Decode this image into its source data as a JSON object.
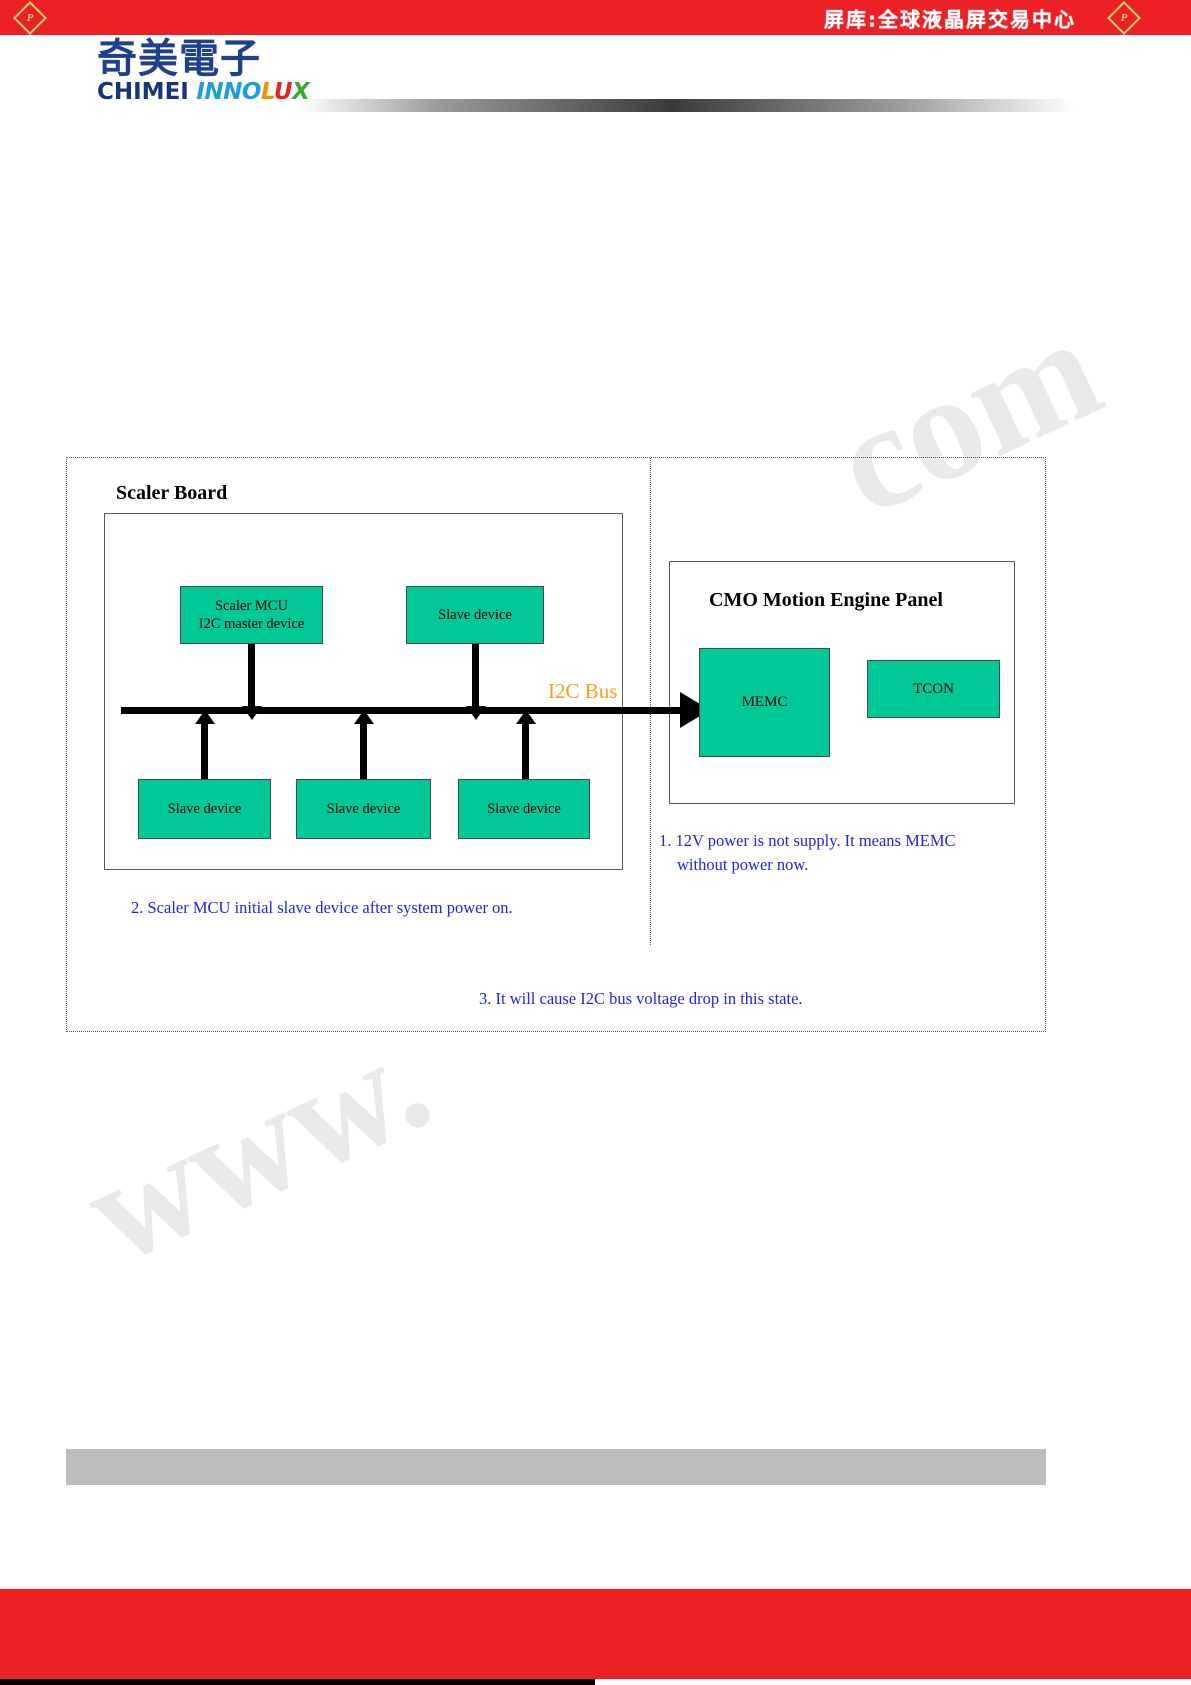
{
  "banner": {
    "text": "屏库:全球液晶屏交易中心",
    "logo_left_glyph": "P",
    "logo_right_glyph": "P",
    "color": "#ec2025"
  },
  "logo": {
    "chinese": "奇美電子",
    "en_chimei": "CHIMEI",
    "en_inno": "INNO",
    "en_l": "L",
    "en_u": "U",
    "en_x": "X",
    "color_chinese": "#1f3f8f",
    "color_chimei": "#17357e",
    "color_inno": "#1f9ede",
    "color_l": "#f29100",
    "color_u": "#e52421",
    "color_x": "#3aa935"
  },
  "watermark": {
    "top": "com",
    "bottom": "www."
  },
  "diagram": {
    "scaler_board": {
      "title": "Scaler Board",
      "mcu": "Scaler MCU\nI2C master device",
      "mcu_line1": "Scaler MCU",
      "mcu_line2": "I2C master device",
      "slave_top": "Slave device",
      "slave_1": "Slave device",
      "slave_2": "Slave device",
      "slave_3": "Slave device"
    },
    "cmo_panel": {
      "title": "CMO Motion Engine Panel",
      "memc": "MEMC",
      "tcon": "TCON"
    },
    "bus": {
      "label": "I2C Bus",
      "label_color": "#f5a11e"
    },
    "notes": {
      "note1_line1": "1. 12V power is not supply. It means MEMC",
      "note1_line2": "without power now.",
      "note2": "2. Scaler MCU initial slave device after system power on.",
      "note3": "3. It will cause I2C bus voltage drop in this state.",
      "color": "#2222ee"
    },
    "device_fill": "#00c896"
  },
  "footer": {
    "color": "#ec2025",
    "text": ""
  }
}
